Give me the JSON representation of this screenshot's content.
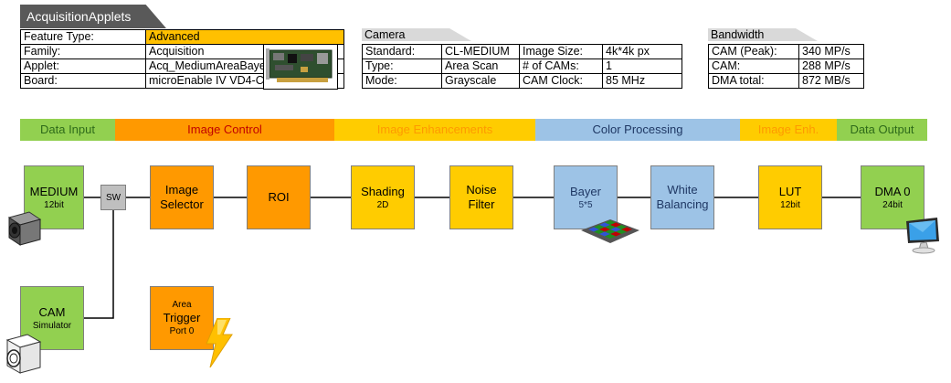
{
  "header": {
    "title": "AcquisitionApplets"
  },
  "feature": {
    "label": "Feature Type:",
    "value": "Advanced"
  },
  "applet_info": [
    {
      "key": "Family:",
      "value": "Acquisition"
    },
    {
      "key": "Applet:",
      "value": "Acq_MediumAreaBayer12"
    },
    {
      "key": "Board:",
      "value": "microEnable IV VD4-CL/-PoCL"
    }
  ],
  "camera": {
    "title": "Camera",
    "rows": [
      {
        "k1": "Standard:",
        "v1": "CL-MEDIUM",
        "k2": "Image Size:",
        "v2": "4k*4k px"
      },
      {
        "k1": "Type:",
        "v1": "Area Scan",
        "k2": "# of CAMs:",
        "v2": "1"
      },
      {
        "k1": "Mode:",
        "v1": "Grayscale",
        "k2": "CAM Clock:",
        "v2": "85 MHz"
      }
    ]
  },
  "bandwidth": {
    "title": "Bandwidth",
    "rows": [
      {
        "key": "CAM (Peak):",
        "value": "340 MP/s"
      },
      {
        "key": "CAM:",
        "value": "288 MP/s"
      },
      {
        "key": "DMA total:",
        "value": "872 MB/s"
      }
    ]
  },
  "stages": [
    {
      "label": "Data Input",
      "color": "#92d050",
      "text_color": "#2e6b1a"
    },
    {
      "label": "Image Control",
      "color": "#ff9900",
      "text_color": "#c00000"
    },
    {
      "label": "Image Enhancements",
      "color": "#ffcc00",
      "text_color": "#ff9900"
    },
    {
      "label": "Color Processing",
      "color": "#9dc3e6",
      "text_color": "#1f3864"
    },
    {
      "label": "Image Enh.",
      "color": "#ffcc00",
      "text_color": "#ff9900"
    },
    {
      "label": "Data Output",
      "color": "#92d050",
      "text_color": "#2e6b1a"
    }
  ],
  "blocks": {
    "medium": {
      "label": "MEDIUM",
      "sub": "12bit"
    },
    "sw": {
      "label": "SW"
    },
    "selector": {
      "line1": "Image",
      "line2": "Selector"
    },
    "roi": {
      "label": "ROI"
    },
    "shading": {
      "label": "Shading",
      "sub": "2D"
    },
    "noise": {
      "line1": "Noise",
      "line2": "Filter"
    },
    "bayer": {
      "label": "Bayer",
      "sub": "5*5"
    },
    "white": {
      "line1": "White",
      "line2": "Balancing"
    },
    "lut": {
      "label": "LUT",
      "sub": "12bit"
    },
    "dma": {
      "label": "DMA 0",
      "sub": "24bit"
    },
    "cam_sim": {
      "label": "CAM",
      "sub": "Simulator"
    },
    "trigger": {
      "line1": "Area",
      "line2": "Trigger",
      "line3": "Port 0"
    }
  },
  "icons": [
    "board-image",
    "camera-icon",
    "bayer-grid-icon",
    "monitor-icon",
    "simulator-camera-icon",
    "lightning-icon"
  ]
}
